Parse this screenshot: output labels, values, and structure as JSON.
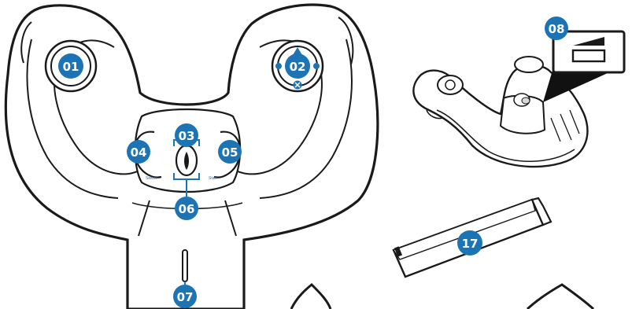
{
  "colors": {
    "callout": "#1d74b4",
    "outline": "#1a1a1a",
    "fill": "#ffffff",
    "shade": "#d9d9d9"
  },
  "callouts": {
    "c01": "01",
    "c02": "02",
    "c03": "03",
    "c04": "04",
    "c05": "05",
    "c06": "06",
    "c07": "07",
    "c08": "08",
    "c17": "17"
  },
  "labels": {
    "select": "Select",
    "start": "Start"
  },
  "icons": {
    "dpad_up": "triangle-up-icon",
    "dpad_down": "cross-icon",
    "usb_slot": "usb-port-icon",
    "dongle": "usb-dongle-icon"
  }
}
